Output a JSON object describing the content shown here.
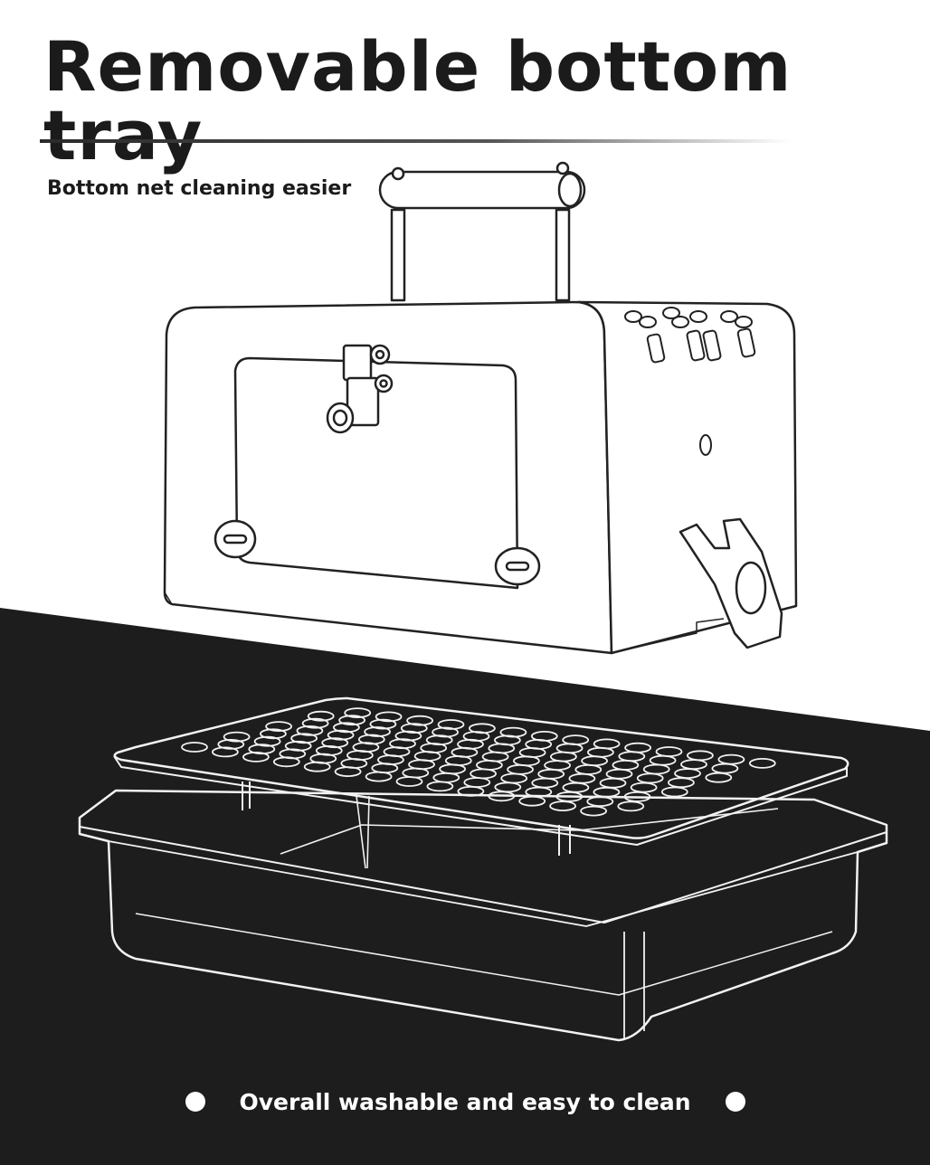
{
  "header": {
    "title": "Removable bottom tray",
    "subtitle": "Bottom net cleaning easier"
  },
  "footer": {
    "caption": "Overall washable and easy to clean"
  },
  "colors": {
    "background": "#ffffff",
    "dark_band": "#1d1d1d",
    "text_dark": "#1b1b1b",
    "text_light": "#ffffff",
    "line_art": "#222222"
  },
  "icons": {
    "left_bullet": "circle-bullet-icon",
    "right_bullet": "circle-bullet-icon"
  }
}
